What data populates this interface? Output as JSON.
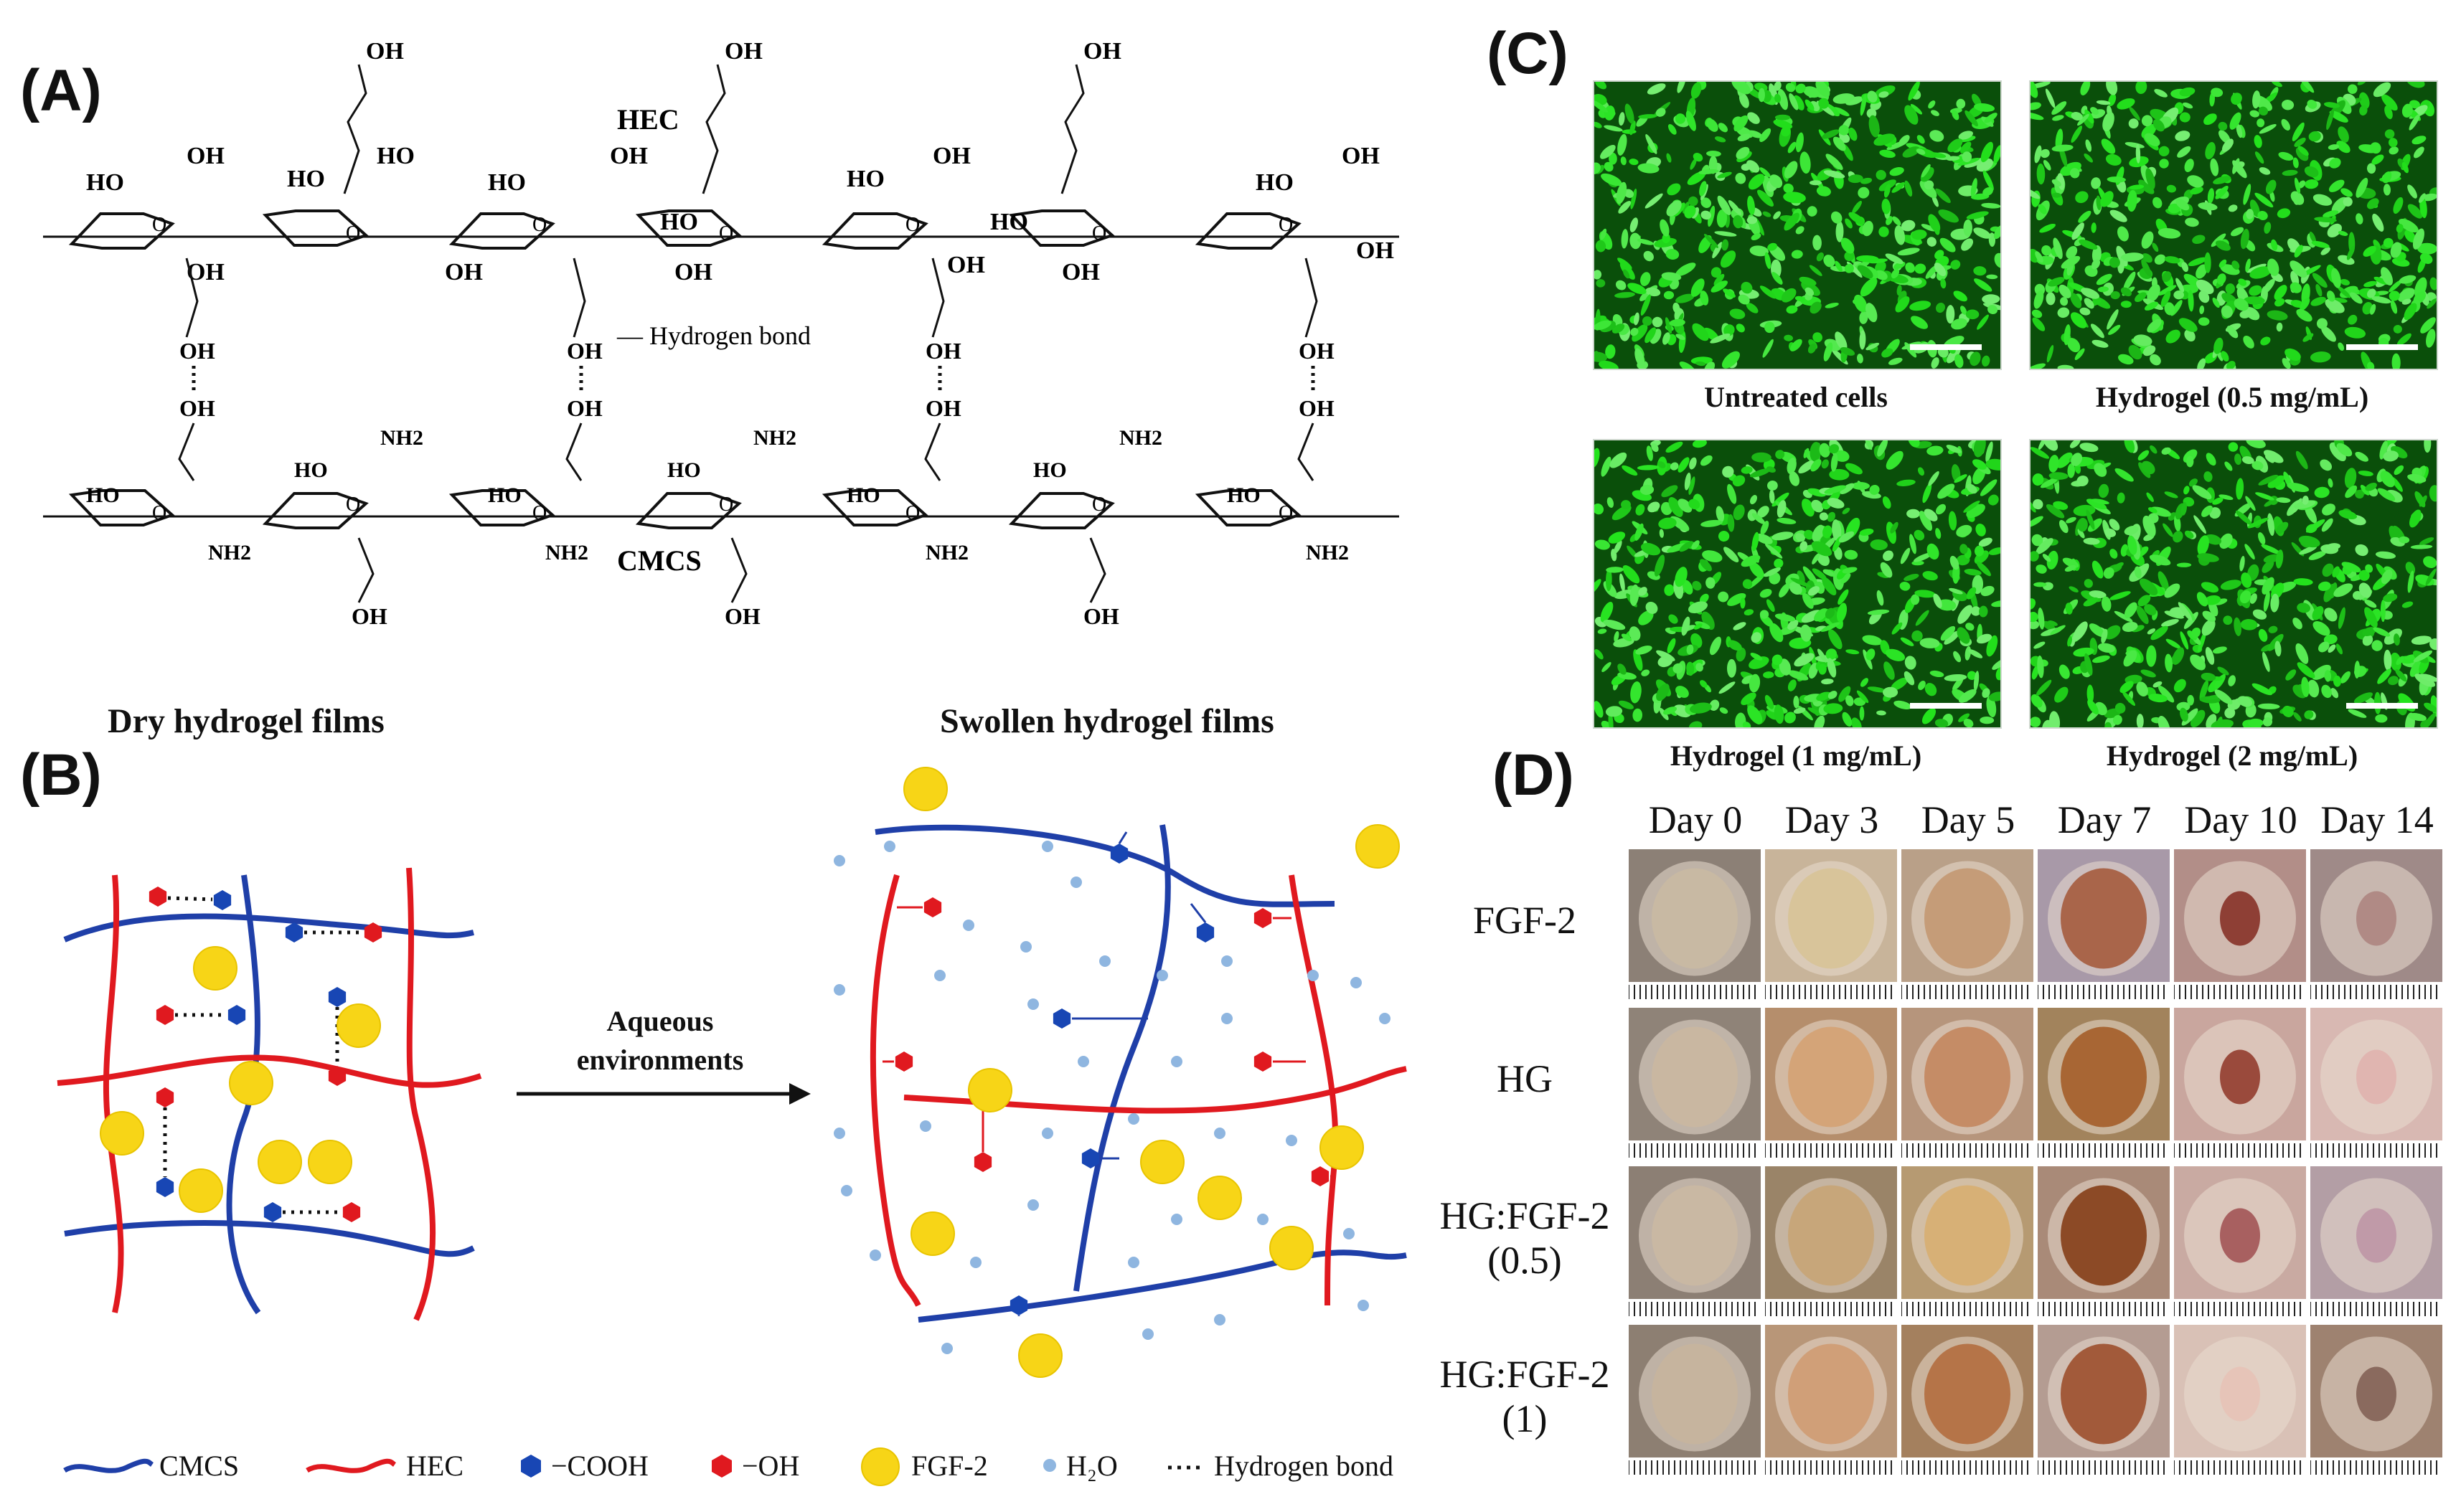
{
  "panel_a": {
    "letter": "(A)",
    "polymer_top": "HEC",
    "polymer_bottom": "CMCS",
    "hbond_label": "Hydrogen bond",
    "groups": {
      "oh": "OH",
      "ho": "HO",
      "nh2": "NH2",
      "o": "O"
    }
  },
  "panel_b": {
    "letter": "(B)",
    "dry_title": "Dry hydrogel films",
    "swollen_title": "Swollen hydrogel films",
    "arrow_line1": "Aqueous",
    "arrow_line2": "environments",
    "legend": {
      "cmcs": "CMCS",
      "hec": "HEC",
      "cooh": "−COOH",
      "oh": "−OH",
      "fgf2": "FGF-2",
      "h2o": "H₂O",
      "hbond": "Hydrogen bond"
    },
    "colors": {
      "cmcs": "#1f3fa8",
      "hec": "#e0191f",
      "cooh_node": "#1846b4",
      "oh_node": "#e0191f",
      "fgf2": "#f7d517",
      "h2o": "#8fb6e0"
    }
  },
  "panel_c": {
    "letter": "(C)",
    "images": [
      {
        "caption": "Untreated cells"
      },
      {
        "caption": "Hydrogel (0.5 mg/mL)"
      },
      {
        "caption": "Hydrogel (1 mg/mL)"
      },
      {
        "caption": "Hydrogel (2 mg/mL)"
      }
    ],
    "colors": {
      "cell": "#2fd42a",
      "background": "#0a4f0a"
    }
  },
  "panel_d": {
    "letter": "(D)",
    "days": [
      "Day 0",
      "Day 3",
      "Day 5",
      "Day 7",
      "Day 10",
      "Day 14"
    ],
    "groups": [
      {
        "line1": "FGF-2",
        "line2": ""
      },
      {
        "line1": "HG",
        "line2": ""
      },
      {
        "line1": "HG:FGF-2",
        "line2": "(0.5)"
      },
      {
        "line1": "HG:FGF-2",
        "line2": "(1)"
      }
    ]
  }
}
